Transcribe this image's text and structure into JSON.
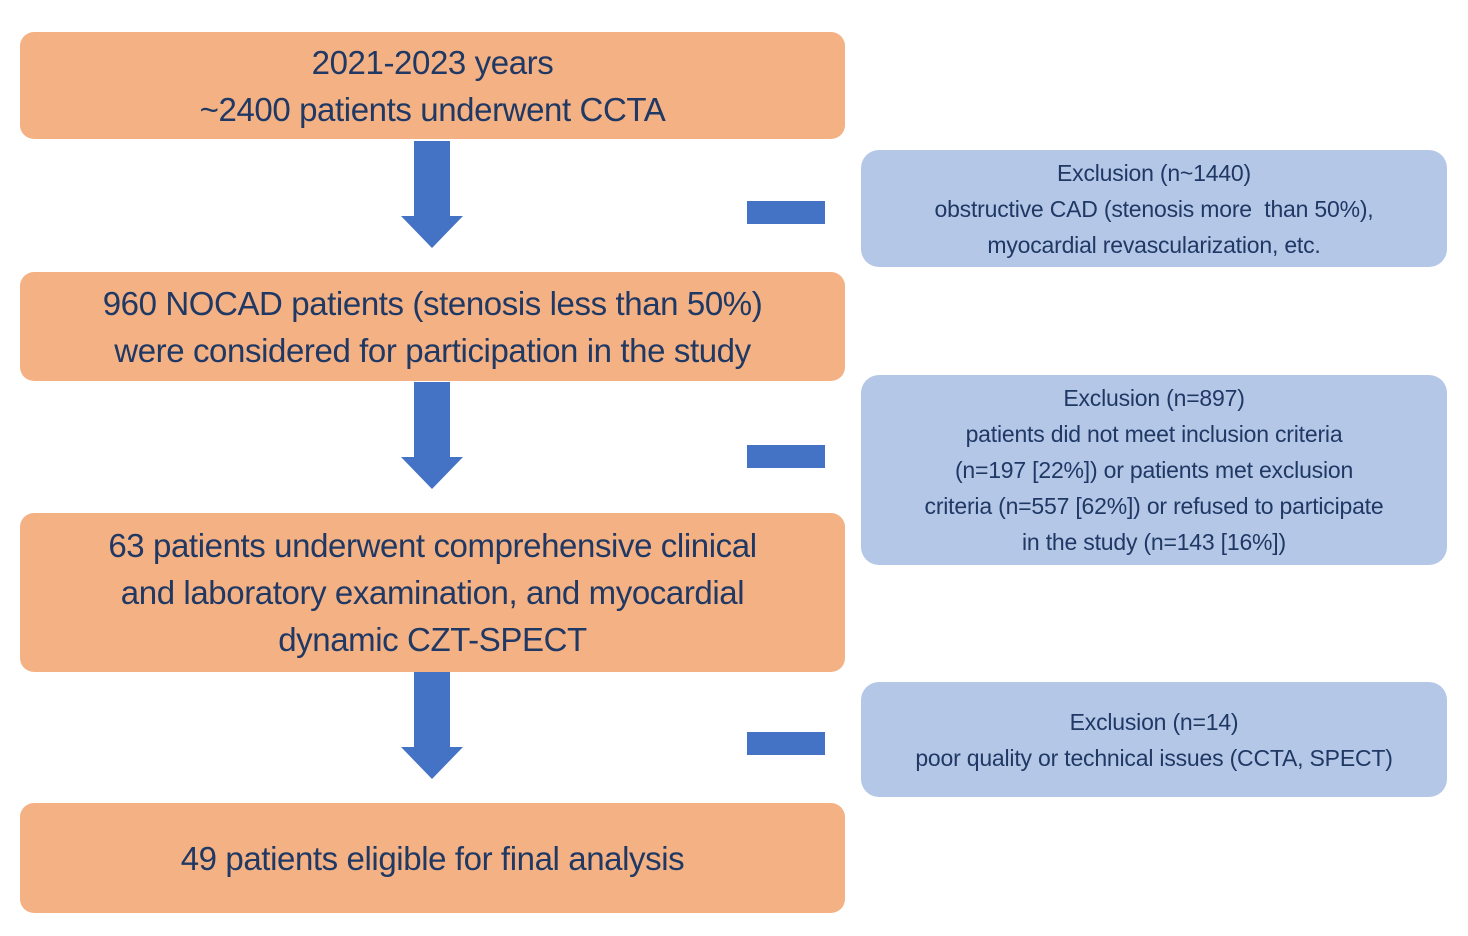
{
  "colors": {
    "main_box_fill": "#F4B183",
    "exclusion_box_fill": "#B4C7E7",
    "connector_blue": "#4472C4",
    "text_navy": "#1F3864",
    "background": "#FFFFFF"
  },
  "flow": {
    "main_boxes": [
      {
        "lines": [
          "2021-2023 years",
          "~2400 patients underwent CCTA"
        ]
      },
      {
        "lines": [
          "960 NOCAD patients (stenosis less than 50%)",
          "were considered for participation in the study"
        ]
      },
      {
        "lines": [
          "63 patients underwent comprehensive clinical",
          "and laboratory examination, and myocardial",
          "dynamic CZT-SPECT"
        ]
      },
      {
        "lines": [
          "49 patients eligible for final analysis"
        ]
      }
    ],
    "exclusion_boxes": [
      {
        "lines": [
          "Exclusion (n~1440)",
          "obstructive CAD (stenosis more  than 50%),",
          "myocardial revascularization, etc."
        ]
      },
      {
        "lines": [
          "Exclusion (n=897)",
          "patients did not meet inclusion criteria",
          "(n=197 [22%]) or patients met exclusion",
          "criteria (n=557 [62%]) or refused to participate",
          "in the study (n=143 [16%])"
        ]
      },
      {
        "lines": [
          "Exclusion (n=14)",
          "poor quality or technical issues (CCTA, SPECT)"
        ]
      }
    ]
  }
}
